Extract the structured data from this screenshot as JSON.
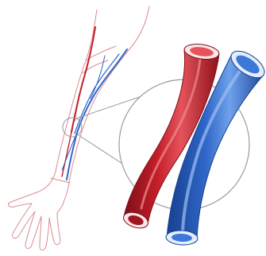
{
  "diagram": {
    "subject": "arm-blood-vessels-magnified",
    "colors": {
      "background": "#ffffff",
      "arm_outline": "#d98b8f",
      "artery": "#c41e2a",
      "artery_dark": "#7d0f17",
      "artery_light": "#e5535b",
      "artery_lumen": "#a01620",
      "vein": "#2f66c8",
      "vein_dark": "#173f8f",
      "vein_light": "#6fa1ea",
      "vein_lumen": "#3b78d8",
      "vessel_rim": "#fbe7e8",
      "vein_rim": "#e3eefc",
      "magnifier_stroke": "#9a9a9a"
    },
    "parts": [
      {
        "id": "arm",
        "icon": "arm-outline"
      },
      {
        "id": "artery-network",
        "icon": "artery-lines"
      },
      {
        "id": "vein-network",
        "icon": "vein-lines"
      },
      {
        "id": "focus-point",
        "icon": "small-circle"
      },
      {
        "id": "magnifier-circle",
        "icon": "large-circle"
      },
      {
        "id": "artery-tube",
        "icon": "red-cylinder"
      },
      {
        "id": "vein-tube",
        "icon": "blue-cylinder"
      }
    ]
  }
}
